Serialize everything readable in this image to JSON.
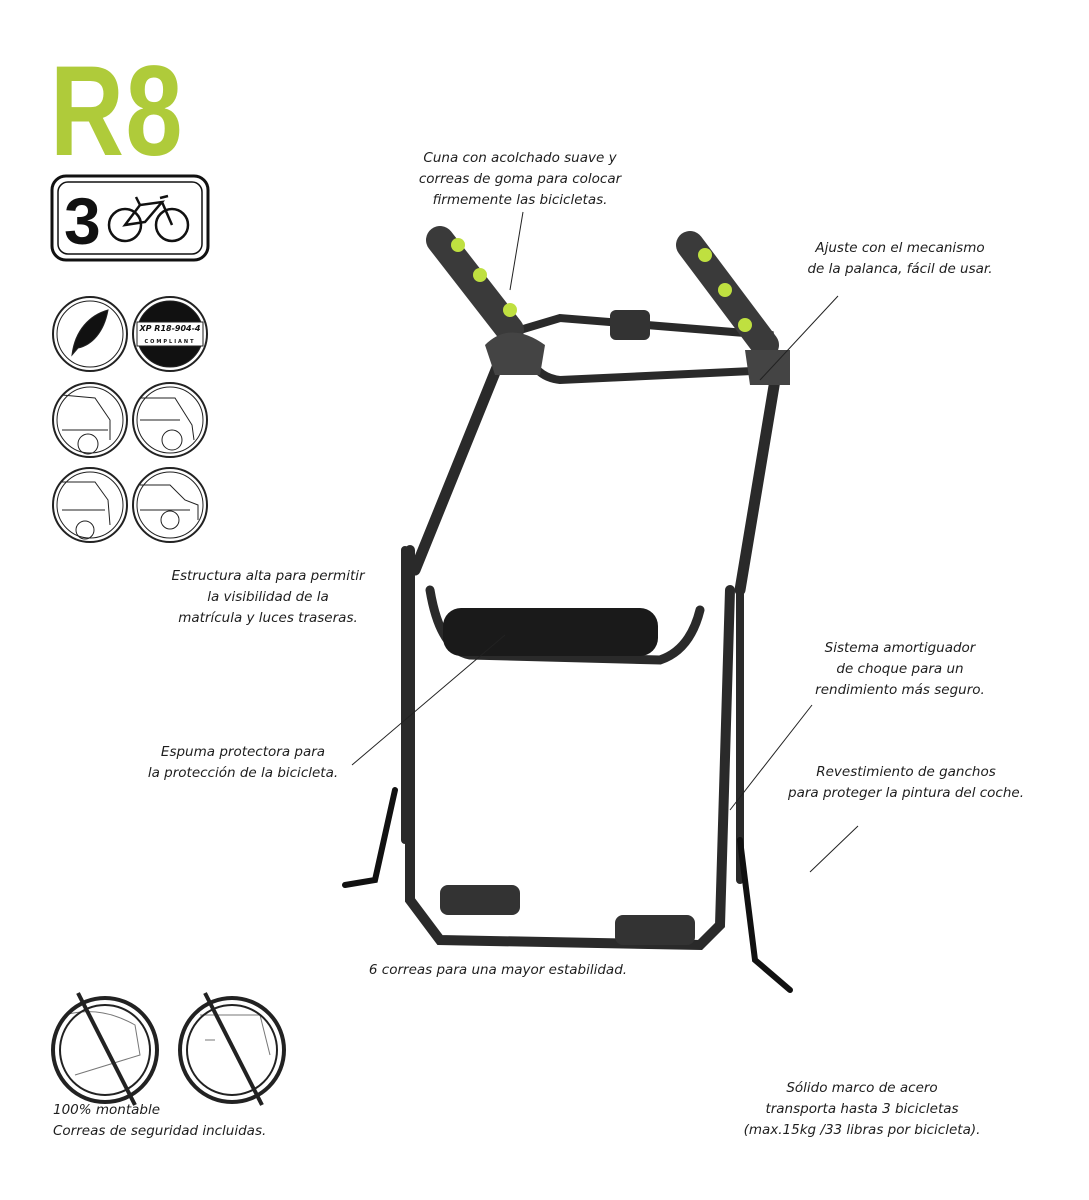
{
  "brand": {
    "model": "R8",
    "accent_color": "#afcb3a",
    "bike_capacity": "3"
  },
  "badges": {
    "compliance_line1": "XP R18-904-4",
    "compliance_line2": "COMPLIANT",
    "icons": [
      "leaf-icon",
      "compliance-seal-icon",
      "hatchback-car-icon",
      "suv-car-icon",
      "minivan-car-icon",
      "sedan-car-icon"
    ],
    "prohibited_icons": [
      "no-spoiler-icon",
      "no-glass-hatch-icon"
    ]
  },
  "callouts": {
    "cradle": [
      "Cuna con acolchado suave y",
      "correas de goma para colocar",
      "firmemente las bicicletas."
    ],
    "lever": [
      "Ajuste con el mecanismo",
      "de la palanca, fácil de usar."
    ],
    "tall_frame": [
      "Estructura alta para permitir",
      "la visibilidad de la",
      "matrícula y luces traseras."
    ],
    "foam": [
      "Espuma protectora para",
      "la protección de la bicicleta."
    ],
    "shock": [
      "Sistema amortiguador",
      "de choque para un",
      "rendimiento más seguro."
    ],
    "hooks": [
      "Revestimiento de ganchos",
      "para proteger la pintura del coche."
    ],
    "straps": [
      "6 correas para una mayor estabilidad."
    ],
    "steel": [
      "Sólido marco de acero",
      "transporta hasta 3 bicicletas",
      "(max.15kg /33 libras por bicicleta)."
    ],
    "mountable": [
      "100% montable",
      "Correas de seguridad incluidas."
    ]
  }
}
